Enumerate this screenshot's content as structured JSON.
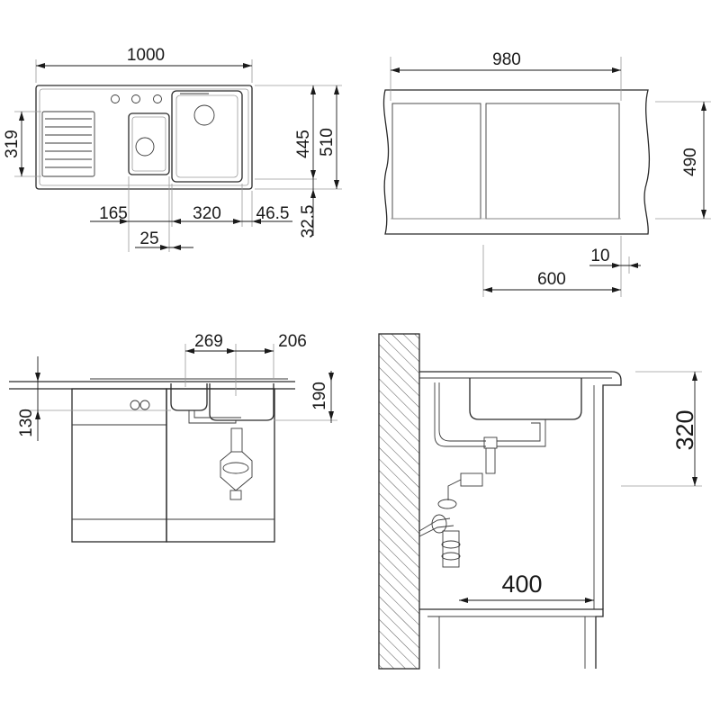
{
  "views": {
    "top_view": {
      "dimensions": {
        "total_width": "1000",
        "depth_left": "319",
        "depth_mid": "445",
        "depth_total": "510",
        "offset_165": "165",
        "offset_25": "25",
        "bowl_width": "320",
        "edge_46_5": "46.5",
        "edge_32_5": "32.5"
      }
    },
    "cutout_view": {
      "dimensions": {
        "cutout_width": "980",
        "cutout_depth": "490",
        "gap_10": "10",
        "cabinet_600": "600"
      }
    },
    "front_view": {
      "dimensions": {
        "bowl_269": "269",
        "bowl_206": "206",
        "depth_130": "130",
        "depth_190": "190"
      }
    },
    "side_view": {
      "dimensions": {
        "depth_320": "320",
        "width_400": "400"
      }
    }
  },
  "colors": {
    "line": "#2a2a2a",
    "background": "#ffffff",
    "hatch": "#555555"
  }
}
